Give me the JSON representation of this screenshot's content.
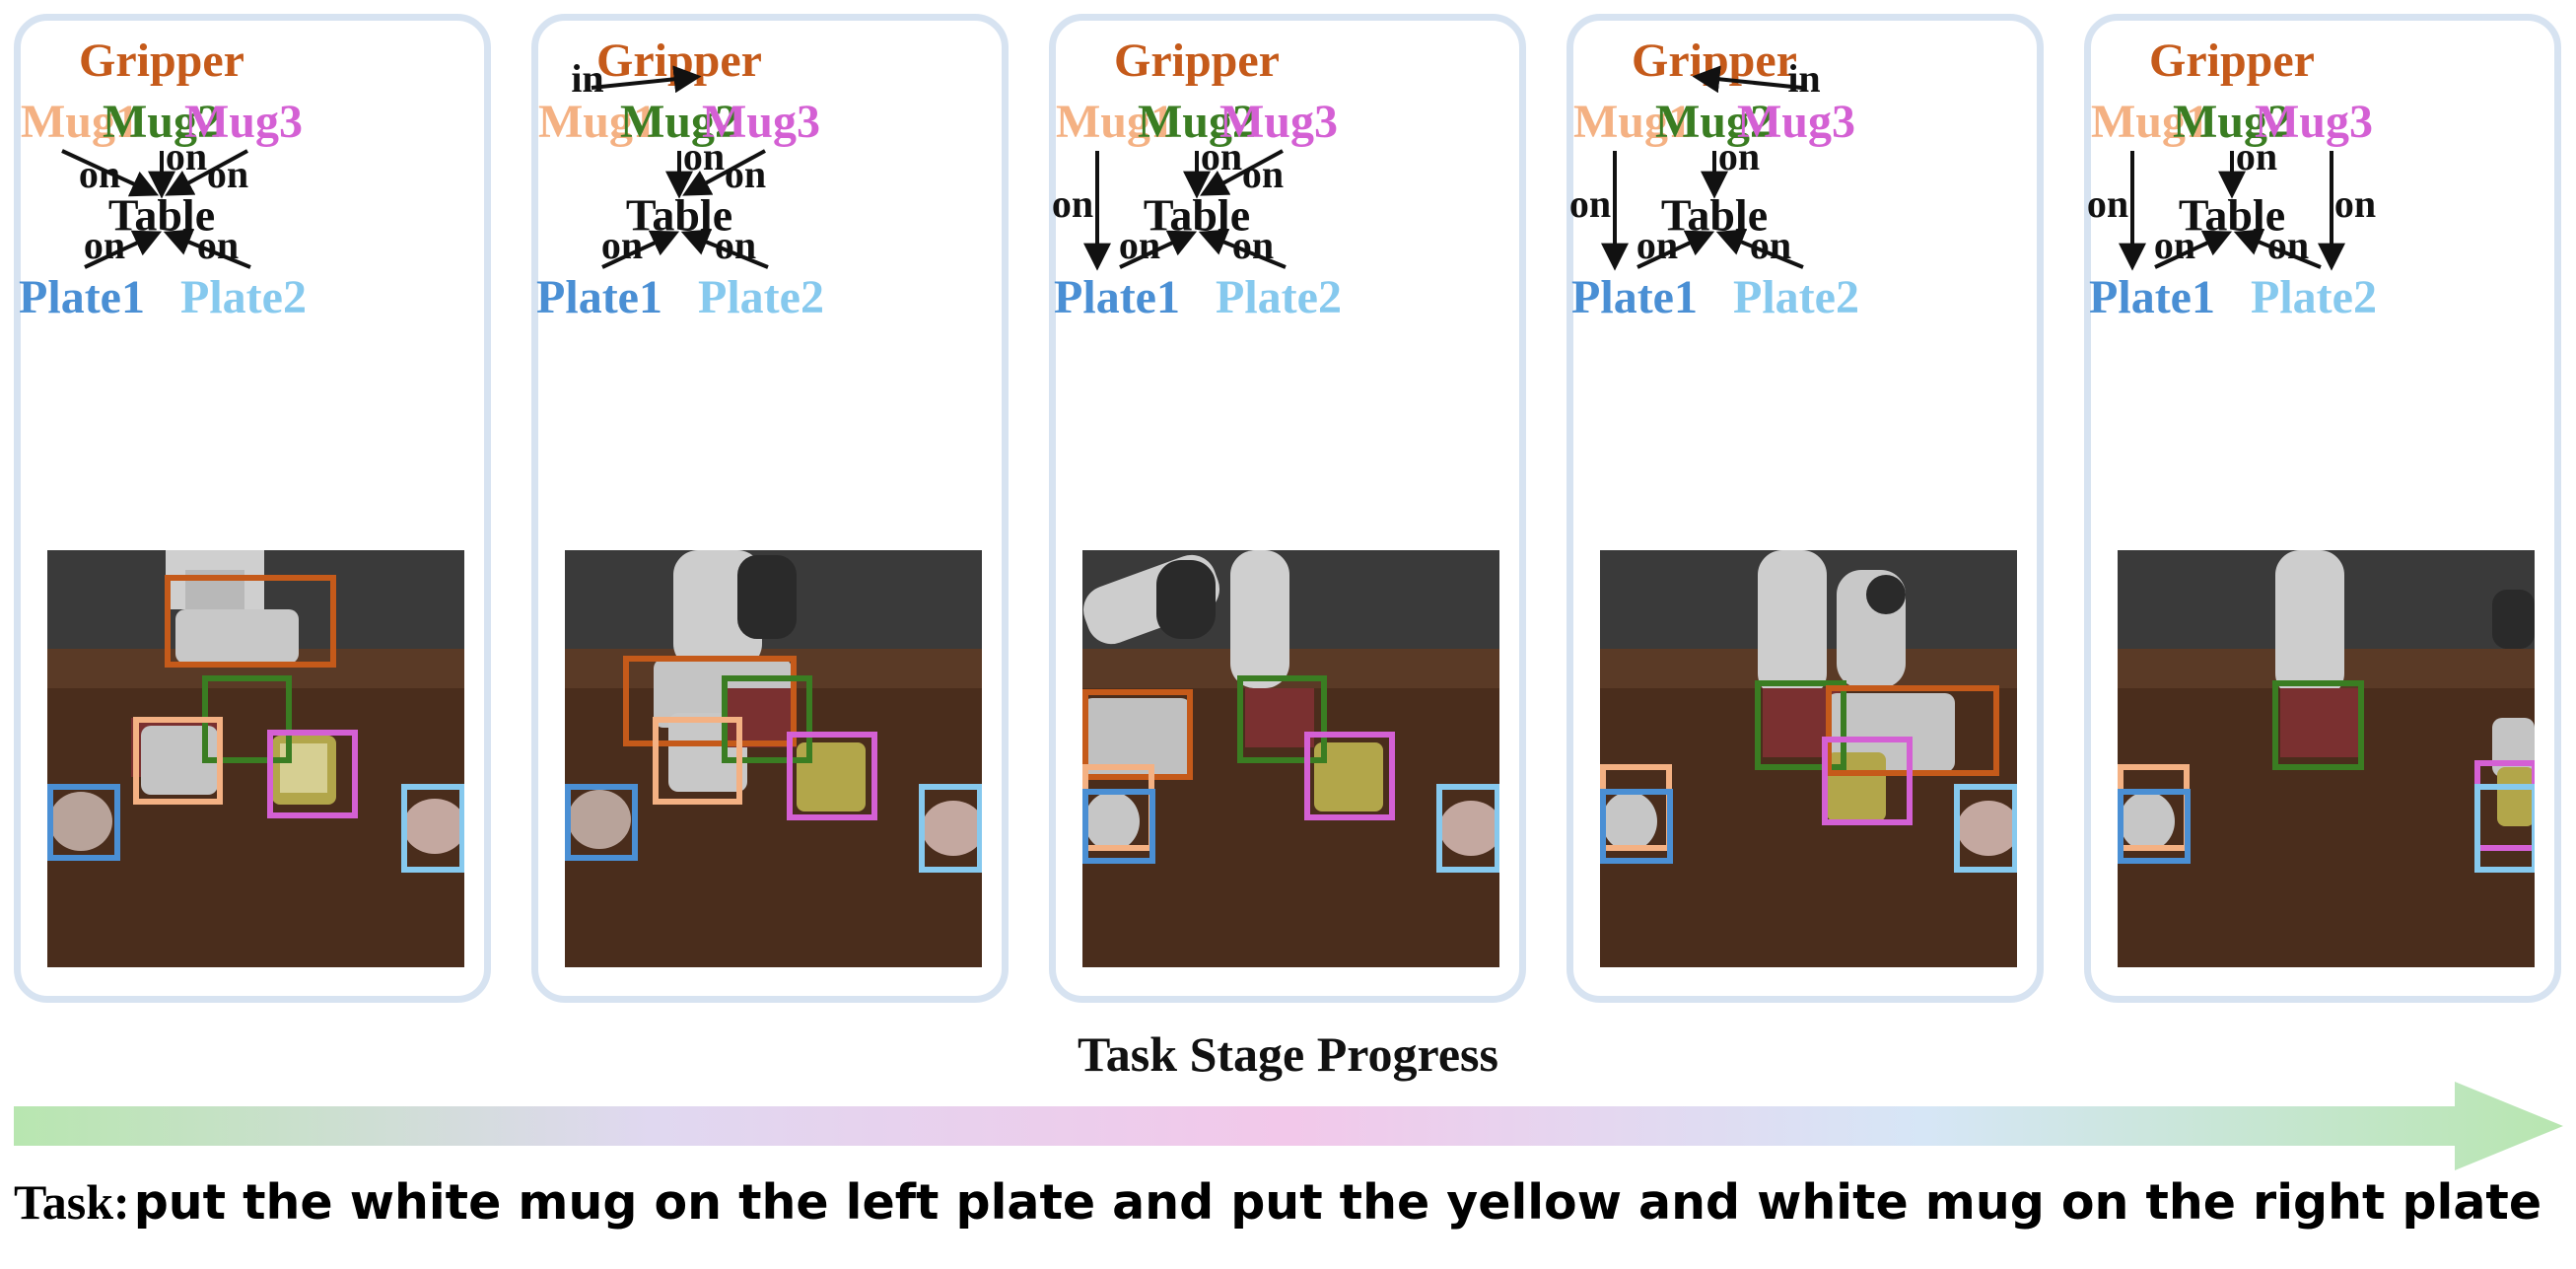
{
  "colors": {
    "gripper": "#c55a1a",
    "mug1": "#f4b183",
    "mug2": "#3a7d22",
    "mug3": "#d460d4",
    "plate1": "#4a8fd4",
    "plate2": "#86c9ee",
    "text": "#111111",
    "panel_border": "#d7e3f1"
  },
  "labels": {
    "gripper": "Gripper",
    "mug1": "Mug1",
    "mug2": "Mug2",
    "mug3": "Mug3",
    "table": "Table",
    "plate1": "Plate1",
    "plate2": "Plate2",
    "relation_on": "on",
    "relation_in": "in"
  },
  "stages": [
    {
      "relations": [
        {
          "from": "mug1",
          "to": "table",
          "label": "on"
        },
        {
          "from": "mug2",
          "to": "table",
          "label": "on"
        },
        {
          "from": "mug3",
          "to": "table",
          "label": "on"
        },
        {
          "from": "plate1",
          "to": "table",
          "label": "on"
        },
        {
          "from": "plate2",
          "to": "table",
          "label": "on"
        }
      ]
    },
    {
      "relations": [
        {
          "from": "mug1",
          "to": "gripper",
          "label": "in"
        },
        {
          "from": "mug2",
          "to": "table",
          "label": "on"
        },
        {
          "from": "mug3",
          "to": "table",
          "label": "on"
        },
        {
          "from": "plate1",
          "to": "table",
          "label": "on"
        },
        {
          "from": "plate2",
          "to": "table",
          "label": "on"
        }
      ]
    },
    {
      "relations": [
        {
          "from": "mug1",
          "to": "plate1",
          "label": "on"
        },
        {
          "from": "mug2",
          "to": "table",
          "label": "on"
        },
        {
          "from": "mug3",
          "to": "table",
          "label": "on"
        },
        {
          "from": "plate1",
          "to": "table",
          "label": "on"
        },
        {
          "from": "plate2",
          "to": "table",
          "label": "on"
        }
      ]
    },
    {
      "relations": [
        {
          "from": "mug3",
          "to": "gripper",
          "label": "in"
        },
        {
          "from": "mug1",
          "to": "plate1",
          "label": "on"
        },
        {
          "from": "mug2",
          "to": "table",
          "label": "on"
        },
        {
          "from": "plate1",
          "to": "table",
          "label": "on"
        },
        {
          "from": "plate2",
          "to": "table",
          "label": "on"
        }
      ]
    },
    {
      "relations": [
        {
          "from": "mug1",
          "to": "plate1",
          "label": "on"
        },
        {
          "from": "mug2",
          "to": "table",
          "label": "on"
        },
        {
          "from": "mug3",
          "to": "plate2",
          "label": "on"
        },
        {
          "from": "plate1",
          "to": "table",
          "label": "on"
        },
        {
          "from": "plate2",
          "to": "table",
          "label": "on"
        }
      ]
    }
  ],
  "progress": {
    "title": "Task Stage Progress",
    "gradient": [
      "#b8e6b0",
      "#e0d8f0",
      "#f2c8ea",
      "#d6e6f6",
      "#b8e6b0"
    ]
  },
  "task": {
    "label": "Task:",
    "text": "put the white mug on the left plate and put the yellow and white mug on the right plate"
  }
}
